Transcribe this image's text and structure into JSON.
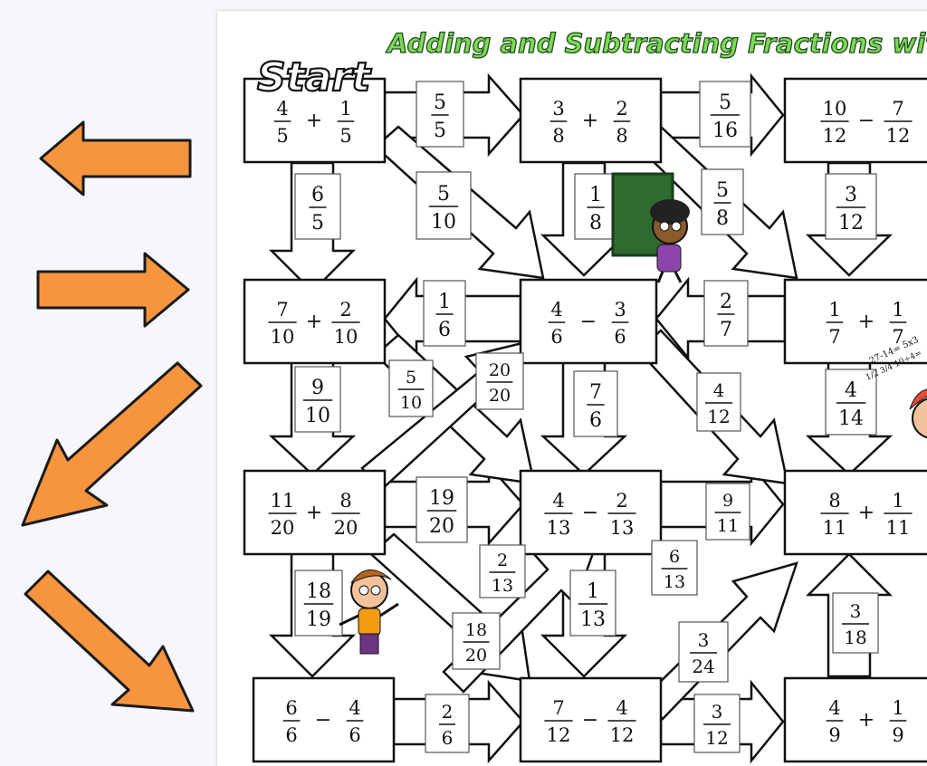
{
  "worksheet": {
    "title": "Adding and Subtracting Fractions with Like D",
    "start_label": "Start"
  },
  "nav_arrows": [
    {
      "name": "arrow-left-icon",
      "direction": "left"
    },
    {
      "name": "arrow-right-icon",
      "direction": "right"
    },
    {
      "name": "arrow-down-left-icon",
      "direction": "down-left"
    },
    {
      "name": "arrow-down-right-icon",
      "direction": "down-right"
    }
  ],
  "colors": {
    "arrow_fill": "#f7953f",
    "arrow_stroke": "#1a1a1a",
    "title_fill": "#7cd957",
    "title_stroke": "#1f4d1a"
  },
  "boxes": [
    {
      "id": "b11",
      "a": {
        "n": "4",
        "d": "5"
      },
      "op": "+",
      "b": {
        "n": "1",
        "d": "5"
      }
    },
    {
      "id": "b12",
      "a": {
        "n": "3",
        "d": "8"
      },
      "op": "+",
      "b": {
        "n": "2",
        "d": "8"
      }
    },
    {
      "id": "b13",
      "a": {
        "n": "10",
        "d": "12"
      },
      "op": "−",
      "b": {
        "n": "7",
        "d": "12"
      }
    },
    {
      "id": "b21",
      "a": {
        "n": "7",
        "d": "10"
      },
      "op": "+",
      "b": {
        "n": "2",
        "d": "10"
      }
    },
    {
      "id": "b22",
      "a": {
        "n": "4",
        "d": "6"
      },
      "op": "−",
      "b": {
        "n": "3",
        "d": "6"
      }
    },
    {
      "id": "b23",
      "a": {
        "n": "1",
        "d": "7"
      },
      "op": "+",
      "b": {
        "n": "1",
        "d": "7"
      }
    },
    {
      "id": "b31",
      "a": {
        "n": "11",
        "d": "20"
      },
      "op": "+",
      "b": {
        "n": "8",
        "d": "20"
      }
    },
    {
      "id": "b32",
      "a": {
        "n": "4",
        "d": "13"
      },
      "op": "−",
      "b": {
        "n": "2",
        "d": "13"
      }
    },
    {
      "id": "b33",
      "a": {
        "n": "8",
        "d": "11"
      },
      "op": "+",
      "b": {
        "n": "1",
        "d": "11"
      }
    },
    {
      "id": "b41",
      "a": {
        "n": "6",
        "d": "6"
      },
      "op": "−",
      "b": {
        "n": "4",
        "d": "6"
      }
    },
    {
      "id": "b42",
      "a": {
        "n": "7",
        "d": "12"
      },
      "op": "−",
      "b": {
        "n": "4",
        "d": "12"
      }
    },
    {
      "id": "b43",
      "a": {
        "n": "4",
        "d": "9"
      },
      "op": "+",
      "b": {
        "n": "1",
        "d": "9"
      }
    }
  ],
  "answers": [
    {
      "id": "a1",
      "n": "5",
      "d": "5"
    },
    {
      "id": "a2",
      "n": "5",
      "d": "16"
    },
    {
      "id": "a3",
      "n": "6",
      "d": "5"
    },
    {
      "id": "a4",
      "n": "5",
      "d": "10"
    },
    {
      "id": "a5",
      "n": "1",
      "d": "8"
    },
    {
      "id": "a6",
      "n": "5",
      "d": "8"
    },
    {
      "id": "a7",
      "n": "3",
      "d": "12"
    },
    {
      "id": "a8",
      "n": "1",
      "d": "6"
    },
    {
      "id": "a9",
      "n": "2",
      "d": "7"
    },
    {
      "id": "a10",
      "n": "9",
      "d": "10"
    },
    {
      "id": "a11",
      "n": "5",
      "d": "10"
    },
    {
      "id": "a12",
      "n": "20",
      "d": "20"
    },
    {
      "id": "a13",
      "n": "7",
      "d": "6"
    },
    {
      "id": "a14",
      "n": "4",
      "d": "12"
    },
    {
      "id": "a15",
      "n": "4",
      "d": "14"
    },
    {
      "id": "a16",
      "n": "19",
      "d": "20"
    },
    {
      "id": "a17",
      "n": "9",
      "d": "11"
    },
    {
      "id": "a18",
      "n": "2",
      "d": "13"
    },
    {
      "id": "a19",
      "n": "6",
      "d": "13"
    },
    {
      "id": "a20",
      "n": "18",
      "d": "19"
    },
    {
      "id": "a21",
      "n": "1",
      "d": "13"
    },
    {
      "id": "a22",
      "n": "3",
      "d": "18"
    },
    {
      "id": "a23",
      "n": "18",
      "d": "20"
    },
    {
      "id": "a24",
      "n": "3",
      "d": "24"
    },
    {
      "id": "a25",
      "n": "2",
      "d": "6"
    },
    {
      "id": "a26",
      "n": "3",
      "d": "12"
    }
  ]
}
